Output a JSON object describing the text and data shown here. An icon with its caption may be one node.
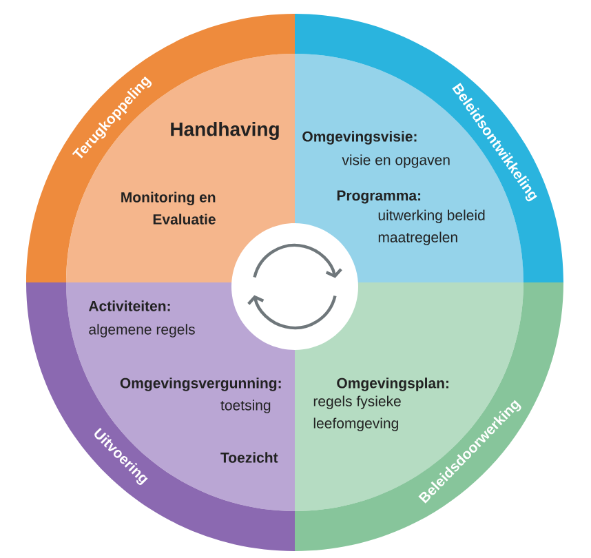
{
  "diagram": {
    "nodes": [
      {
        "text": [
          "Terugkoppeling",
          "Handhaving",
          "Monitoring en Evaluatie"
        ]
      },
      {
        "text": [
          "Beleidsontwikkeling",
          "Omgevingsvisie:",
          "visie en opgaven",
          "Programma:",
          "uitwerking beleid maatregelen"
        ]
      },
      {
        "text": [
          "Uitvoering",
          "Activiteiten:",
          "algemene regels",
          "Omgevingsvergunning:",
          "toetsing",
          "Toezicht"
        ]
      },
      {
        "text": [
          "Beleidsdoorwerking",
          "Omgevingsplan:",
          "regels fysieke leefomgeving"
        ]
      }
    ]
  }
}
